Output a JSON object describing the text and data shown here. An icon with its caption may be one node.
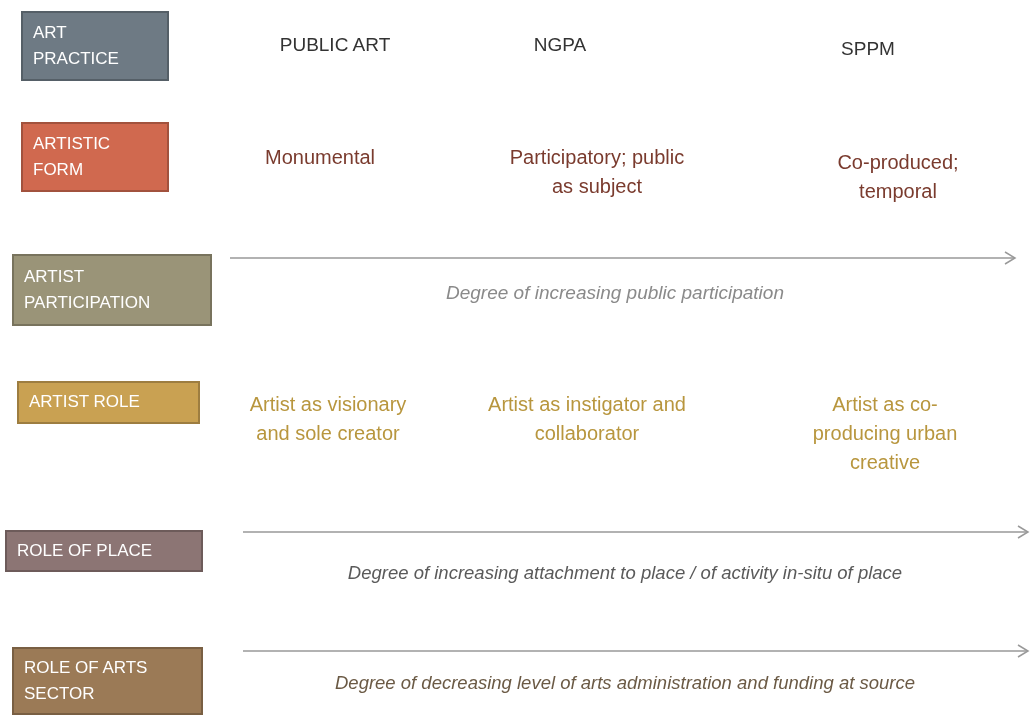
{
  "diagram": {
    "nodes": [
      {
        "text": [
          "ART PRACTICE"
        ]
      },
      {
        "text": [
          "ARTISTIC FORM"
        ]
      },
      {
        "text": [
          "ARTIST PARTICIPATION"
        ]
      },
      {
        "text": [
          "ARTIST ROLE"
        ]
      },
      {
        "text": [
          "ROLE OF PLACE"
        ]
      },
      {
        "text": [
          "ROLE OF ARTS SECTOR"
        ]
      }
    ],
    "edges": [],
    "labels": [
      "PUBLIC ART",
      "NGPA",
      "SPPM",
      "Monumental",
      "Participatory; public as subject",
      "Co-produced; temporal",
      "Degree of increasing public participation",
      "Artist as visionary and sole creator",
      "Artist as instigator and collaborator",
      "Artist as co-producing urban creative",
      "Degree of increasing attachment to place / of activity in-situ of place",
      "Degree of decreasing level of arts administration and funding at source"
    ]
  }
}
